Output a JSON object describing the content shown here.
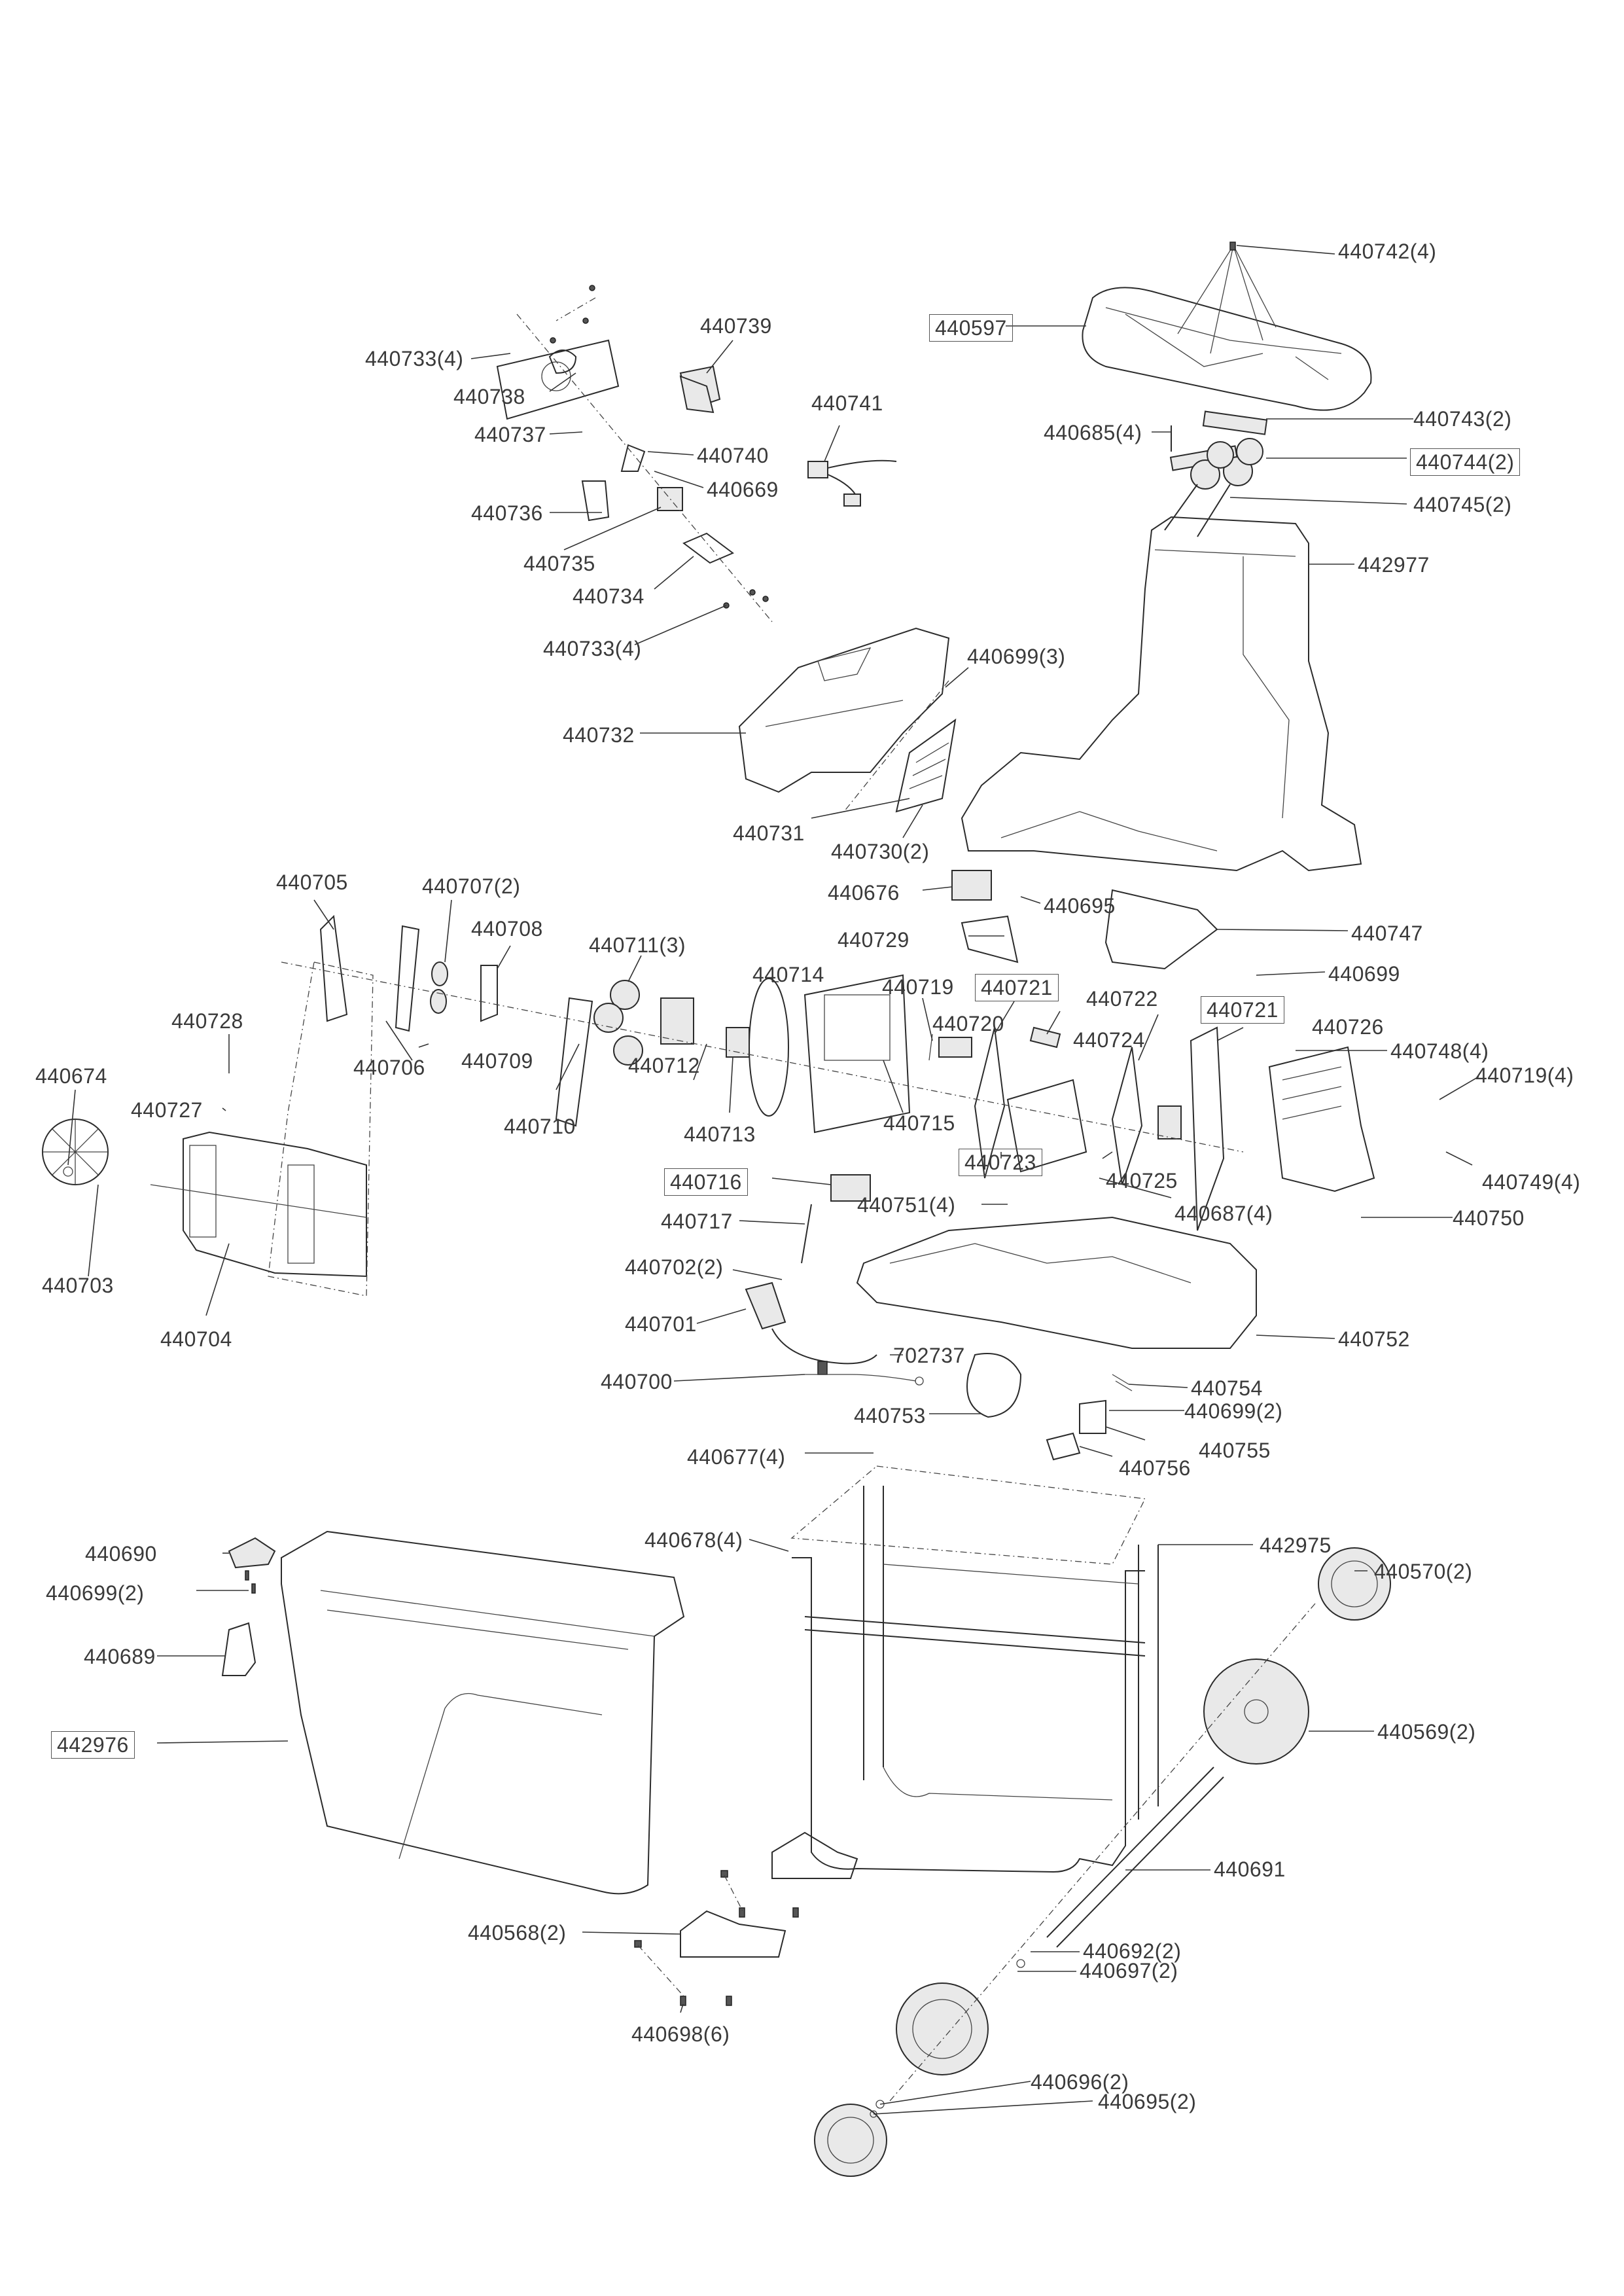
{
  "diagram": {
    "type": "exploded-parts-diagram",
    "subject": "garden shredder",
    "labels": [
      {
        "id": "440742_4",
        "text": "440742(4)",
        "boxed": false
      },
      {
        "id": "440597",
        "text": "440597",
        "boxed": true
      },
      {
        "id": "440739",
        "text": "440739",
        "boxed": false
      },
      {
        "id": "440733_4_top",
        "text": "440733(4)",
        "boxed": false
      },
      {
        "id": "440738",
        "text": "440738",
        "boxed": false
      },
      {
        "id": "440737",
        "text": "440737",
        "boxed": false
      },
      {
        "id": "440741",
        "text": "440741",
        "boxed": false
      },
      {
        "id": "440740",
        "text": "440740",
        "boxed": false
      },
      {
        "id": "440669",
        "text": "440669",
        "boxed": false
      },
      {
        "id": "440736",
        "text": "440736",
        "boxed": false
      },
      {
        "id": "440735",
        "text": "440735",
        "boxed": false
      },
      {
        "id": "440734",
        "text": "440734",
        "boxed": false
      },
      {
        "id": "440733_4_bottom",
        "text": "440733(4)",
        "boxed": false
      },
      {
        "id": "440743_2",
        "text": "440743(2)",
        "boxed": false
      },
      {
        "id": "440685_4",
        "text": "440685(4)",
        "boxed": false
      },
      {
        "id": "440744_2",
        "text": "440744(2)",
        "boxed": true
      },
      {
        "id": "440745_2",
        "text": "440745(2)",
        "boxed": false
      },
      {
        "id": "442977",
        "text": "442977",
        "boxed": false
      },
      {
        "id": "440699_3",
        "text": "440699(3)",
        "boxed": false
      },
      {
        "id": "440732",
        "text": "440732",
        "boxed": false
      },
      {
        "id": "440731",
        "text": "440731",
        "boxed": false
      },
      {
        "id": "440730_2",
        "text": "440730(2)",
        "boxed": false
      },
      {
        "id": "440676",
        "text": "440676",
        "boxed": false
      },
      {
        "id": "440695",
        "text": "440695",
        "boxed": false
      },
      {
        "id": "440729",
        "text": "440729",
        "boxed": false
      },
      {
        "id": "440747",
        "text": "440747",
        "boxed": false
      },
      {
        "id": "440699",
        "text": "440699",
        "boxed": false
      },
      {
        "id": "440705",
        "text": "440705",
        "boxed": false
      },
      {
        "id": "440707_2",
        "text": "440707(2)",
        "boxed": false
      },
      {
        "id": "440708",
        "text": "440708",
        "boxed": false
      },
      {
        "id": "440711_3",
        "text": "440711(3)",
        "boxed": false
      },
      {
        "id": "440714",
        "text": "440714",
        "boxed": false
      },
      {
        "id": "440719",
        "text": "440719",
        "boxed": false
      },
      {
        "id": "440721_a",
        "text": "440721",
        "boxed": true
      },
      {
        "id": "440722",
        "text": "440722",
        "boxed": false
      },
      {
        "id": "440721_b",
        "text": "440721",
        "boxed": true
      },
      {
        "id": "440726",
        "text": "440726",
        "boxed": false
      },
      {
        "id": "440748_4",
        "text": "440748(4)",
        "boxed": false
      },
      {
        "id": "440720",
        "text": "440720",
        "boxed": false
      },
      {
        "id": "440724",
        "text": "440724",
        "boxed": false
      },
      {
        "id": "440719_4",
        "text": "440719(4)",
        "boxed": false
      },
      {
        "id": "440728",
        "text": "440728",
        "boxed": false
      },
      {
        "id": "440674",
        "text": "440674",
        "boxed": false
      },
      {
        "id": "440706",
        "text": "440706",
        "boxed": false
      },
      {
        "id": "440709",
        "text": "440709",
        "boxed": false
      },
      {
        "id": "440712",
        "text": "440712",
        "boxed": false
      },
      {
        "id": "440727",
        "text": "440727",
        "boxed": false
      },
      {
        "id": "440710",
        "text": "440710",
        "boxed": false
      },
      {
        "id": "440713",
        "text": "440713",
        "boxed": false
      },
      {
        "id": "440715",
        "text": "440715",
        "boxed": false
      },
      {
        "id": "440723",
        "text": "440723",
        "boxed": true
      },
      {
        "id": "440725",
        "text": "440725",
        "boxed": false
      },
      {
        "id": "440749_4",
        "text": "440749(4)",
        "boxed": false
      },
      {
        "id": "440716",
        "text": "440716",
        "boxed": true
      },
      {
        "id": "440751_4",
        "text": "440751(4)",
        "boxed": false
      },
      {
        "id": "440687_4",
        "text": "440687(4)",
        "boxed": false
      },
      {
        "id": "440750",
        "text": "440750",
        "boxed": false
      },
      {
        "id": "440703",
        "text": "440703",
        "boxed": false
      },
      {
        "id": "440717",
        "text": "440717",
        "boxed": false
      },
      {
        "id": "440704",
        "text": "440704",
        "boxed": false
      },
      {
        "id": "440702_2",
        "text": "440702(2)",
        "boxed": false
      },
      {
        "id": "440701",
        "text": "440701",
        "boxed": false
      },
      {
        "id": "440752",
        "text": "440752",
        "boxed": false
      },
      {
        "id": "702737",
        "text": "702737",
        "boxed": false
      },
      {
        "id": "440700",
        "text": "440700",
        "boxed": false
      },
      {
        "id": "440754",
        "text": "440754",
        "boxed": false
      },
      {
        "id": "440753",
        "text": "440753",
        "boxed": false
      },
      {
        "id": "440699_2_mid",
        "text": "440699(2)",
        "boxed": false
      },
      {
        "id": "440755",
        "text": "440755",
        "boxed": false
      },
      {
        "id": "440677_4",
        "text": "440677(4)",
        "boxed": false
      },
      {
        "id": "440756",
        "text": "440756",
        "boxed": false
      },
      {
        "id": "440690",
        "text": "440690",
        "boxed": false
      },
      {
        "id": "440678_4",
        "text": "440678(4)",
        "boxed": false
      },
      {
        "id": "442975",
        "text": "442975",
        "boxed": false
      },
      {
        "id": "440699_2_left",
        "text": "440699(2)",
        "boxed": false
      },
      {
        "id": "440570_2",
        "text": "440570(2)",
        "boxed": false
      },
      {
        "id": "440689",
        "text": "440689",
        "boxed": false
      },
      {
        "id": "442976",
        "text": "442976",
        "boxed": true
      },
      {
        "id": "440569_2",
        "text": "440569(2)",
        "boxed": false
      },
      {
        "id": "440691",
        "text": "440691",
        "boxed": false
      },
      {
        "id": "440568_2",
        "text": "440568(2)",
        "boxed": false
      },
      {
        "id": "440692_2",
        "text": "440692(2)",
        "boxed": false
      },
      {
        "id": "440697_2",
        "text": "440697(2)",
        "boxed": false
      },
      {
        "id": "440698_6",
        "text": "440698(6)",
        "boxed": false
      },
      {
        "id": "440696_2",
        "text": "440696(2)",
        "boxed": false
      },
      {
        "id": "440695_2",
        "text": "440695(2)",
        "boxed": false
      }
    ]
  }
}
